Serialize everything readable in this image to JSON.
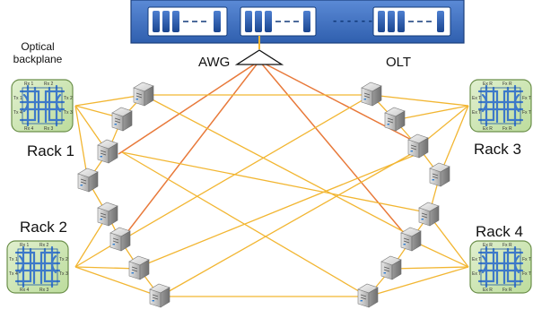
{
  "labels": {
    "awg": "AWG",
    "olt": "OLT",
    "backplane_line1": "Optical",
    "backplane_line2": "backplane",
    "rack1": "Rack 1",
    "rack2": "Rack 2",
    "rack3": "Rack 3",
    "rack4": "Rack 4"
  },
  "olt_gap": "- - - - - -",
  "backplane_ports_left": [
    "Rx 1",
    "Rx 2",
    "Tx 1",
    "Tx 2",
    "Tx 4",
    "Tx 3",
    "Rx 4",
    "Rx 3"
  ],
  "backplane_ports_right": [
    "Ex R",
    "Fx R",
    "Ex T",
    "Fx T",
    "Ex T",
    "Fx T",
    "Ex R",
    "Fx R"
  ],
  "colors": {
    "olt_blue": "#3d6fbe",
    "olt_dark": "#123a7a",
    "link_yellow": "#f2b632",
    "link_orange": "#e8793a",
    "backplane_green": "#cfe7b4",
    "backplane_border": "#6b8f4a"
  }
}
